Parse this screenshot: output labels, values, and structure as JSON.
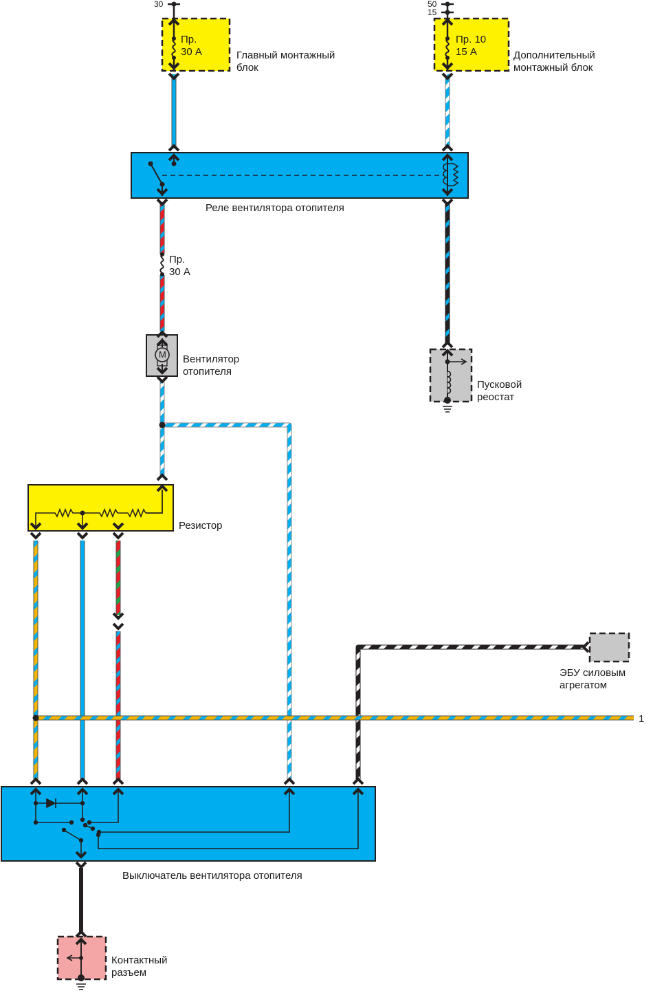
{
  "colors": {
    "blue": "#00aeef",
    "yellow": "#fff200",
    "orange_yellow": "#f7b500",
    "red": "#ed1c24",
    "green": "#1aa64b",
    "black": "#231f20",
    "white": "#ffffff",
    "grey_block": "#c8c8c8",
    "pink_block": "#f4a6a6"
  },
  "terminals": {
    "main_30": "30",
    "aux_50": "50",
    "aux_15": "15",
    "bus_end": "1"
  },
  "components": {
    "main_fuse_block": {
      "fuse_line1": "Пр.",
      "fuse_line2": "30 А",
      "label_line1": "Главный монтажный",
      "label_line2": "блок"
    },
    "aux_fuse_block": {
      "fuse_line1": "Пр. 10",
      "fuse_line2": "15 А",
      "label_line1": "Дополнительный",
      "label_line2": "монтажный блок"
    },
    "relay": {
      "label": "Реле вентилятора отопителя"
    },
    "inline_fuse": {
      "line1": "Пр.",
      "line2": "30 А"
    },
    "fan_motor": {
      "symbol": "M",
      "label_line1": "Вентилятор",
      "label_line2": "отопителя"
    },
    "ignition_switch": {
      "label_line1": "Пусковой",
      "label_line2": "реостат"
    },
    "resistor": {
      "label": "Резистор"
    },
    "ecu": {
      "label_line1": "ЭБУ силовым",
      "label_line2": "агрегатом"
    },
    "fan_switch": {
      "label": "Выключатель вентилятора отопителя"
    },
    "connector": {
      "label_line1": "Контактный",
      "label_line2": "разъем"
    }
  }
}
